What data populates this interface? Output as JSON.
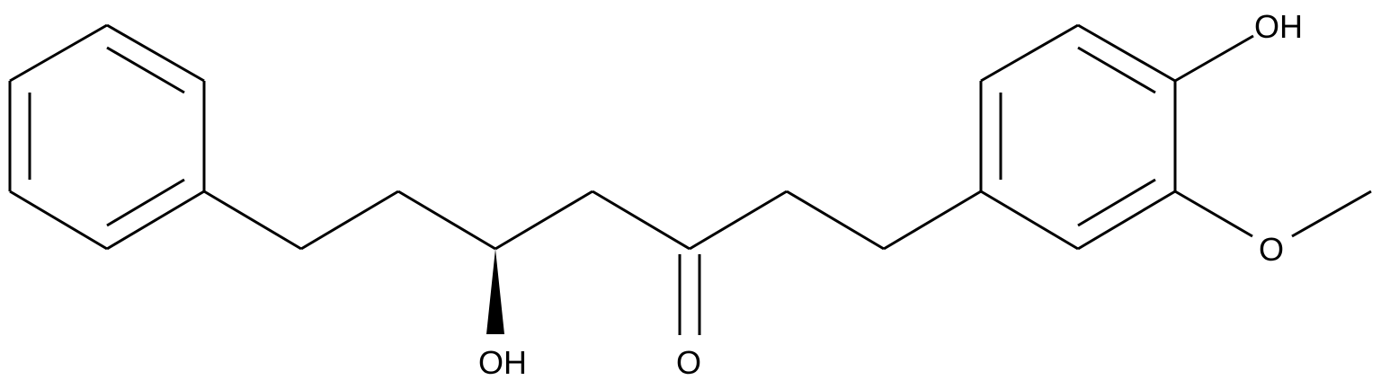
{
  "molecule": {
    "atom_labels": {
      "phenol_oh": "OH",
      "methoxy_o": "O",
      "hydroxyl_oh": "OH",
      "ketone_o": "O"
    },
    "colors": {
      "bond": "#000000",
      "background": "#ffffff"
    }
  }
}
